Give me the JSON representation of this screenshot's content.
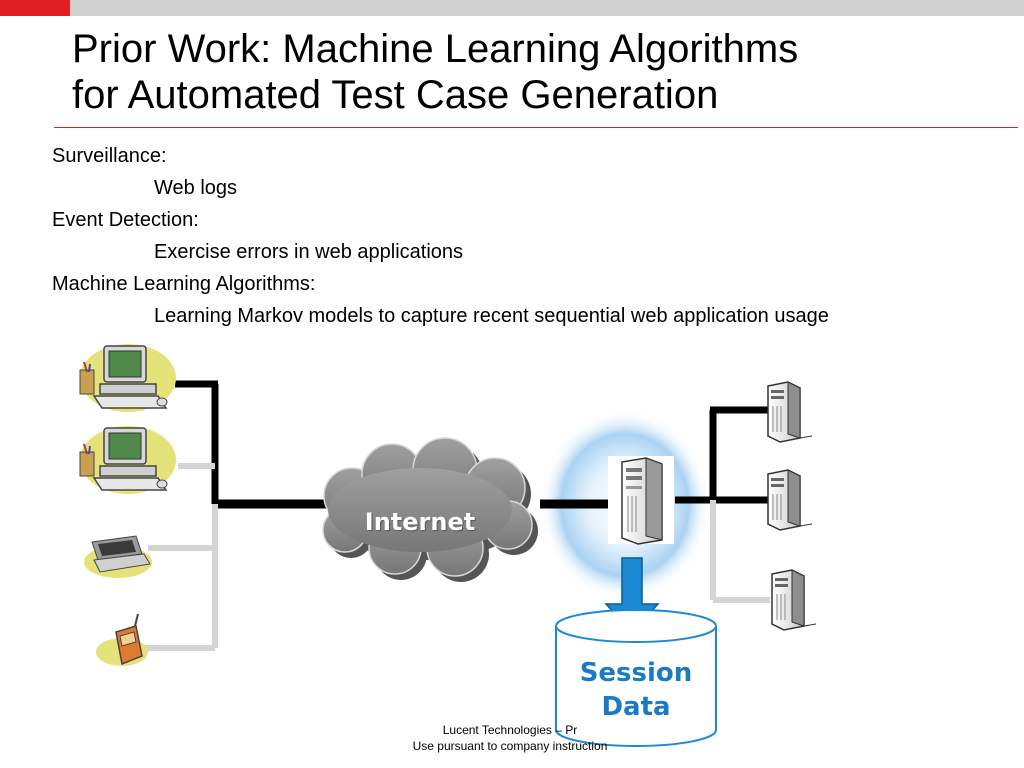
{
  "slide": {
    "title_line1": "Prior Work: Machine Learning Algorithms",
    "title_line2": "for Automated Test Case Generation",
    "bullets": [
      {
        "heading": "Surveillance:",
        "detail": "Web logs"
      },
      {
        "heading": "Event Detection:",
        "detail": "Exercise errors in web applications"
      },
      {
        "heading": "Machine Learning Algorithms:",
        "detail": "Learning Markov models to capture recent sequential web application usage"
      }
    ]
  },
  "diagram": {
    "cloud_label": "Internet",
    "database_label": "Session Data",
    "icons": [
      "desktop-computer-icon",
      "desktop-computer-icon",
      "laptop-icon",
      "mobile-phone-icon",
      "web-server-icon",
      "server-icon",
      "server-icon",
      "server-icon",
      "down-arrow-icon",
      "database-icon"
    ],
    "colors": {
      "accent_red": "#e02020",
      "arrow_blue": "#1a8ad4",
      "label_blue": "#1a7ac4",
      "cloud_gray": "#8a8a8a"
    }
  },
  "footer": {
    "line1": "Lucent Technologies – Pr",
    "line2": "Use pursuant to company instruction"
  }
}
